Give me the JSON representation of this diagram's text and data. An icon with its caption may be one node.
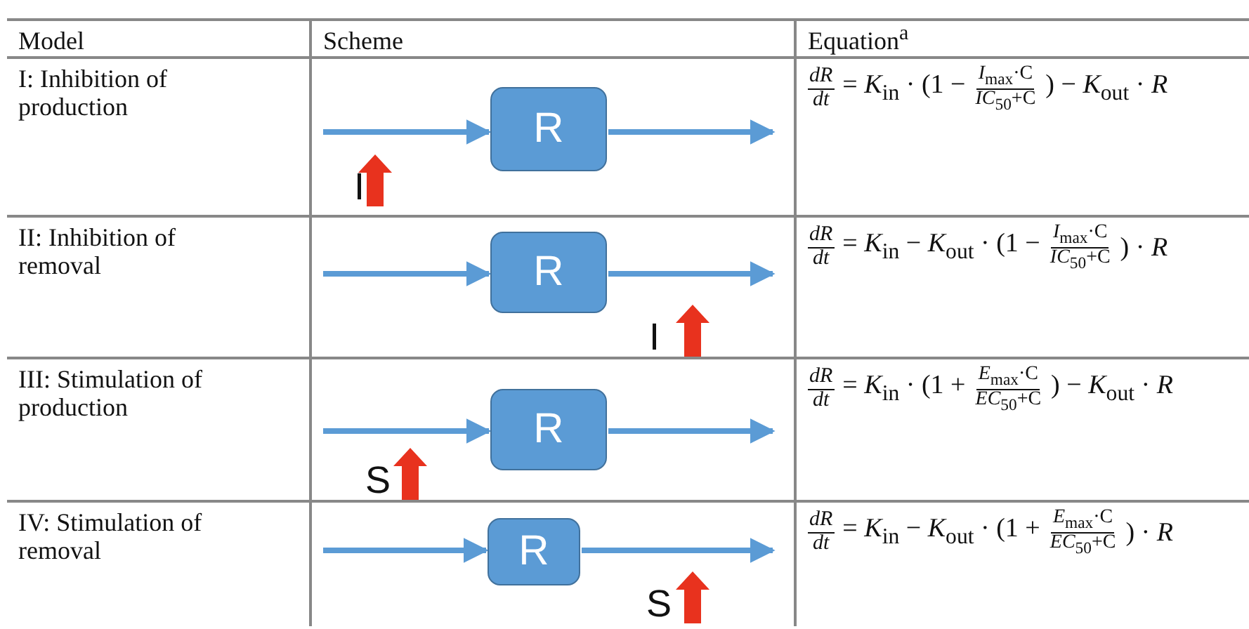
{
  "diagram": {
    "nodes": [
      {
        "text": [
          "R"
        ]
      },
      {
        "text": [
          "R"
        ]
      },
      {
        "text": [
          "R"
        ]
      },
      {
        "text": [
          "R"
        ]
      }
    ],
    "edges": [
      {
        "from": null,
        "to": 0,
        "arrow": "to"
      },
      {
        "from": 0,
        "to": null,
        "arrow": "to"
      },
      {
        "from": null,
        "to": 1,
        "arrow": "to"
      },
      {
        "from": 1,
        "to": null,
        "arrow": "to"
      },
      {
        "from": null,
        "to": 2,
        "arrow": "to"
      },
      {
        "from": 2,
        "to": null,
        "arrow": "to"
      },
      {
        "from": null,
        "to": 3,
        "arrow": "to"
      },
      {
        "from": 3,
        "to": null,
        "arrow": "to"
      }
    ],
    "labels": [
      "Model",
      "Scheme",
      "Equation$^{a}$",
      "I: Inhibition of production",
      "I",
      "*dR*",
      "*dt*",
      "= *K*$_{in}$ · (1 −",
      "*I*$_{max}$·C",
      "*IC*$_{50}$+C",
      ") − *K*$_{out}$ · *R*",
      "II: Inhibition of removal",
      "I",
      "*dR*",
      "*dt*",
      "= *K*$_{in}$ − *K*$_{out}$ · (1 −",
      "*I*$_{max}$·C",
      "*IC*$_{50}$+C",
      ") · *R*",
      "III: Stimulation of production",
      "S",
      "*dR*",
      "*dt*",
      "= *K*$_{in}$ · (1 +",
      "*E*$_{max}$·C",
      "*EC*$_{50}$+C",
      ") − *K*$_{out}$ · *R*",
      "IV: Stimulation of removal",
      "S",
      "*dR*",
      "*dt*",
      "= *K*$_{in}$ − *K*$_{out}$ · (1 +",
      "*E*$_{max}$·C",
      "*EC*$_{50}$+C",
      ") · *R*"
    ]
  }
}
